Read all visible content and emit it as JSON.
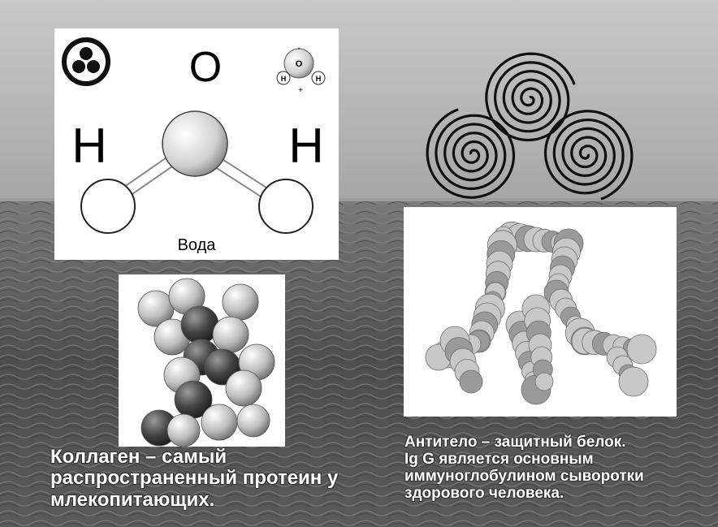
{
  "water_panel": {
    "label_o": "O",
    "label_h_left": "H",
    "label_h_right": "H",
    "mini_o": "O",
    "mini_h1": "H",
    "mini_h2": "H",
    "mini_sign_top": "-",
    "mini_sign_bottom": "+",
    "caption": "Вода"
  },
  "collagen_caption": [
    "Коллаген – самый",
    "распространенный протеин у",
    "млекопитающих."
  ],
  "antibody_caption": [
    "Антитело – защитный белок.",
    "Ig G является основным",
    "иммуноглобулином сыворотки",
    "здорового человека."
  ],
  "icons": {
    "triskelion": "triple-spiral-icon",
    "three_dots": "three-dots-circle-icon"
  },
  "colors": {
    "sky": "#b5b5b5",
    "sea": "#5e5e5e",
    "panel": "#ffffff",
    "caption_text": "#ffffff"
  }
}
